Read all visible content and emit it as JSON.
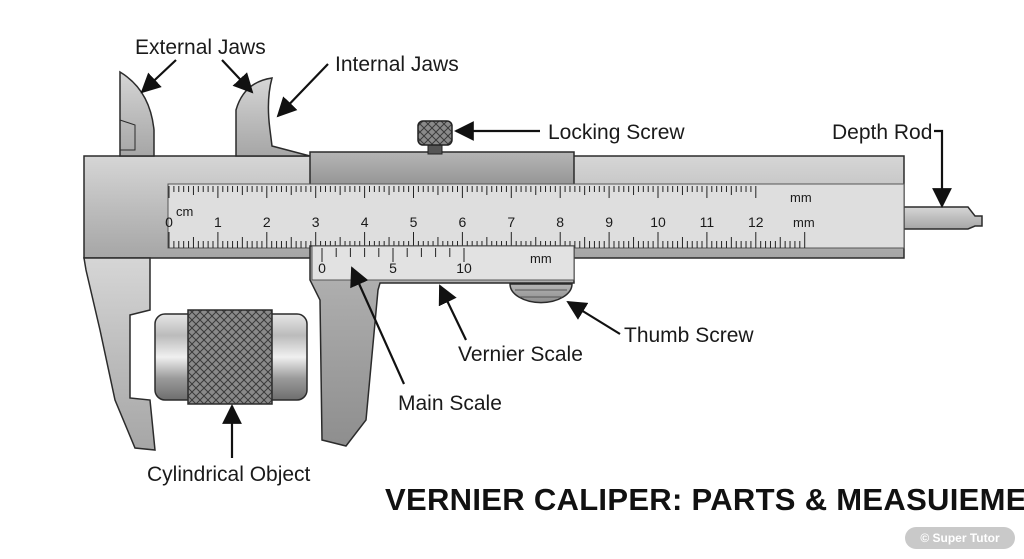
{
  "labels": {
    "external_jaws": "External Jaws",
    "internal_jaws": "Internal Jaws",
    "locking_screw": "Locking Screw",
    "depth_rod": "Depth Rod",
    "thumb_screw": "Thumb Screw",
    "vernier_scale": "Vernier Scale",
    "main_scale": "Main Scale",
    "cylindrical_object": "Cylindrical Object"
  },
  "title": "VERNIER CALIPER: PARTS & MEASUIEMENT",
  "watermark": "© Super Tutor",
  "scale": {
    "cm_unit": "cm",
    "mm_unit": "mm",
    "main_numbers": [
      "0",
      "1",
      "2",
      "3",
      "4",
      "5",
      "6",
      "7",
      "8",
      "9",
      "10",
      "11",
      "12"
    ],
    "vernier_unit": "mm",
    "vernier_numbers": [
      "0",
      "5",
      "10"
    ]
  },
  "colors": {
    "body": "#c4c4c4",
    "body_dark": "#8f8f8f",
    "outline": "#2b2b2b",
    "scale_face": "#dcdcdc"
  }
}
